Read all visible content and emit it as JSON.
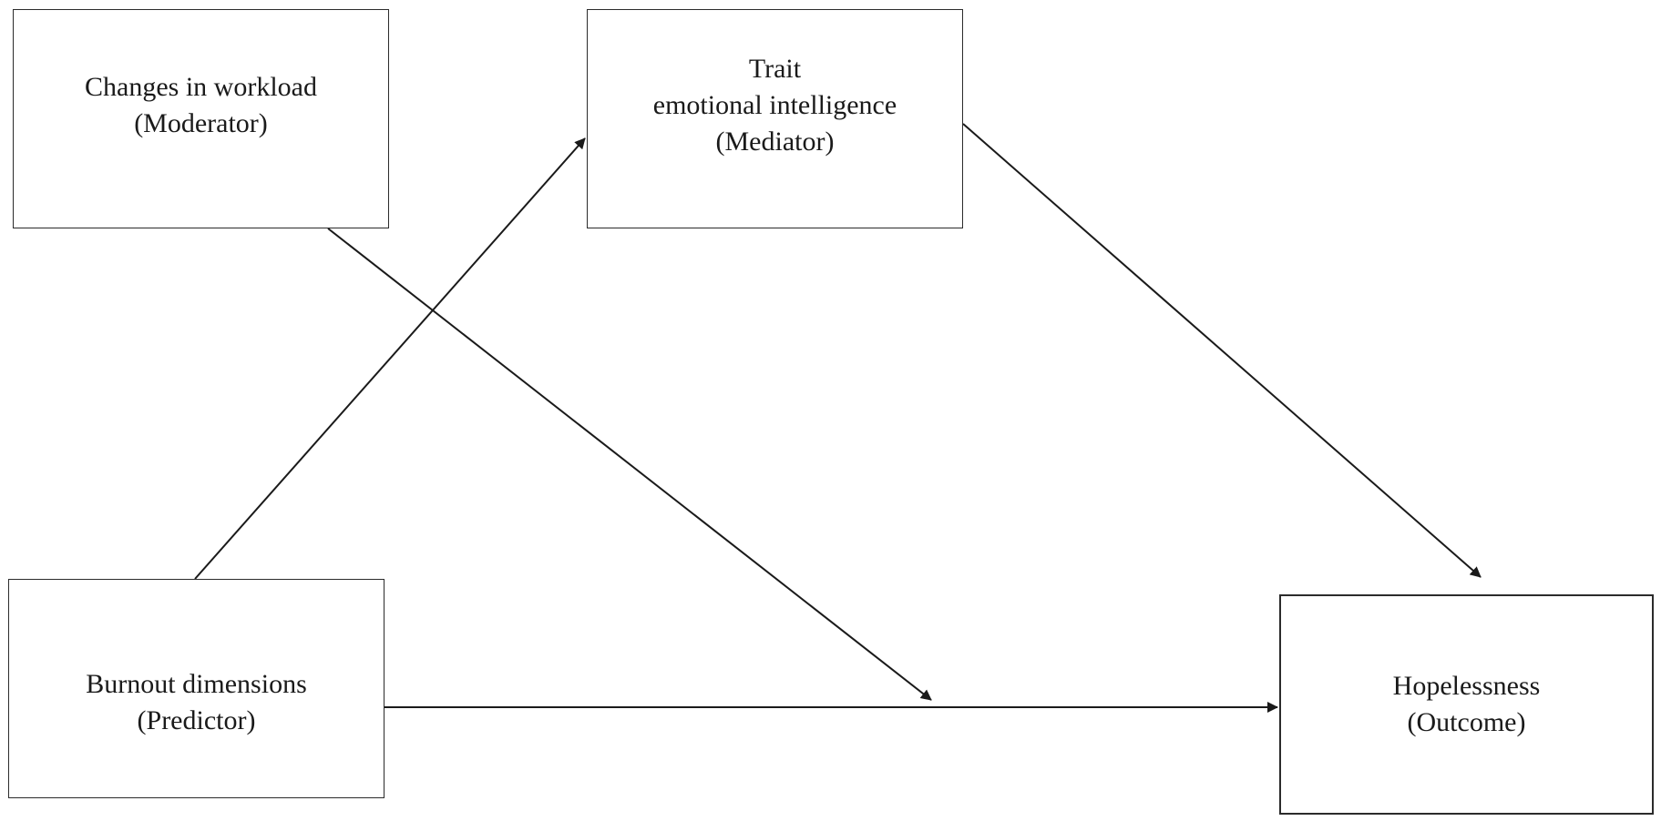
{
  "nodes": {
    "moderator": {
      "line1": "Changes in workload",
      "line2": "(Moderator)"
    },
    "mediator": {
      "line1": "Trait",
      "line2": "emotional intelligence",
      "line3": "(Mediator)"
    },
    "predictor": {
      "line1": "Burnout dimensions",
      "line2": "(Predictor)"
    },
    "outcome": {
      "line1": "Hopelessness",
      "line2": "(Outcome)"
    }
  },
  "edges": [
    {
      "from": "predictor",
      "to": "mediator"
    },
    {
      "from": "mediator",
      "to": "outcome"
    },
    {
      "from": "predictor",
      "to": "outcome"
    },
    {
      "from": "moderator",
      "to": "predictor-outcome path"
    }
  ],
  "colors": {
    "line": "#1a1a1a",
    "box_border": "#2b2b2b",
    "background": "#ffffff"
  }
}
